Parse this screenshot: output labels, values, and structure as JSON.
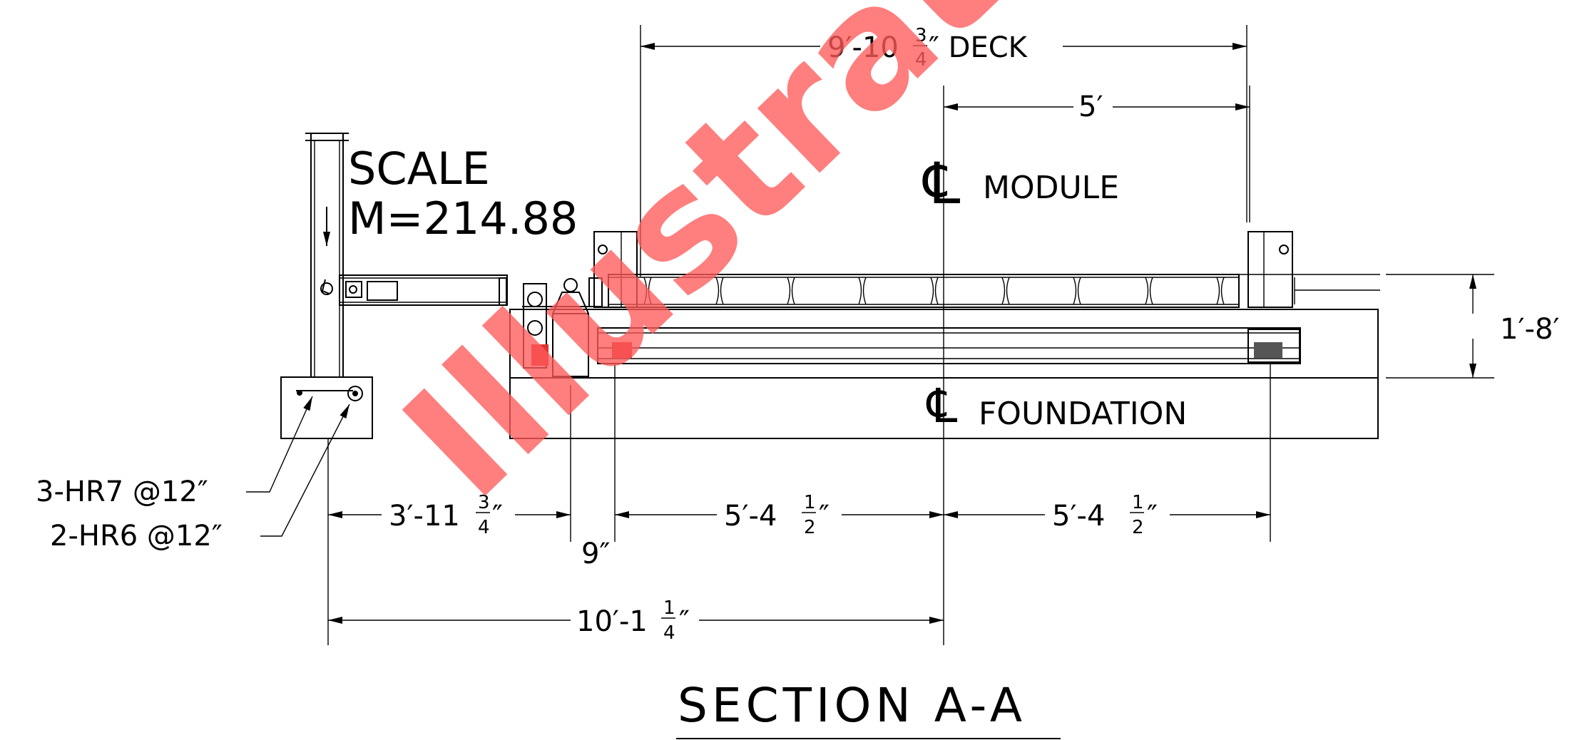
{
  "drawing": {
    "title": "SECTION A-A",
    "scale_label": "SCALE",
    "scale_value": "M=214.88",
    "watermark": "Illustrative",
    "accent_color": "#ff5a5a",
    "line_color": "#000000"
  },
  "dimensions": {
    "deck_prefix": "9′-10",
    "deck_num": "3",
    "deck_den": "4",
    "deck_suffix": "″ DECK",
    "module_half": "5′",
    "height": "1′-8′",
    "left_span_prefix": "3′-11",
    "left_span_num": "3",
    "left_span_den": "4",
    "left_span_suffix": "″",
    "mid_span_prefix": "5′-4",
    "mid_span_num": "1",
    "mid_span_den": "2",
    "mid_span_suffix": "″",
    "right_span_prefix": "5′-4",
    "right_span_num": "1",
    "right_span_den": "2",
    "right_span_suffix": "″",
    "gap": "9″",
    "total_prefix": "10′-1",
    "total_num": "1",
    "total_den": "4",
    "total_suffix": "″"
  },
  "labels": {
    "centerline_symbol": "℄",
    "module": "MODULE",
    "foundation": "FOUNDATION",
    "rebar_1": "3-HR7 @12″",
    "rebar_2": "2-HR6 @12″"
  }
}
